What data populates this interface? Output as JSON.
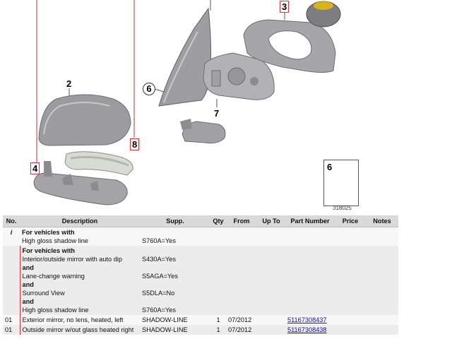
{
  "diagram": {
    "callouts": [
      "2",
      "3",
      "4",
      "6",
      "7",
      "8"
    ],
    "screw_box_number": "6",
    "reference_number": "318025"
  },
  "table": {
    "headers": [
      "No.",
      "Description",
      "Supp.",
      "Qty",
      "From",
      "Up To",
      "Part Number",
      "Price",
      "Notes"
    ],
    "note1": {
      "no": "i",
      "title": "For vehicles with",
      "desc": "High gloss shadow line",
      "supp": "S760A=Yes"
    },
    "note2": {
      "title": "For vehicles with",
      "lines": [
        {
          "desc": "Interior/outside mirror with auto dip",
          "supp": "S430A=Yes"
        },
        {
          "desc": "Lane-change warning",
          "supp": "S5AGA=Yes"
        },
        {
          "desc": "Surround View",
          "supp": "S5DLA=No"
        },
        {
          "desc": "High gloss shadow line",
          "supp": "S760A=Yes"
        }
      ],
      "and": "and"
    },
    "rows": [
      {
        "no": "01",
        "desc": "Exterior mirror, no lens, heated, left",
        "supp": "SHADOW-LINE",
        "qty": "1",
        "from": "07/2012",
        "upto": "",
        "part": "51167308437",
        "price": "",
        "notes": ""
      },
      {
        "no": "01",
        "desc": "Outside mirror w/out glass heated right",
        "supp": "SHADOW-LINE",
        "qty": "1",
        "from": "07/2012",
        "upto": "",
        "part": "51167308438",
        "price": "",
        "notes": ""
      }
    ]
  }
}
